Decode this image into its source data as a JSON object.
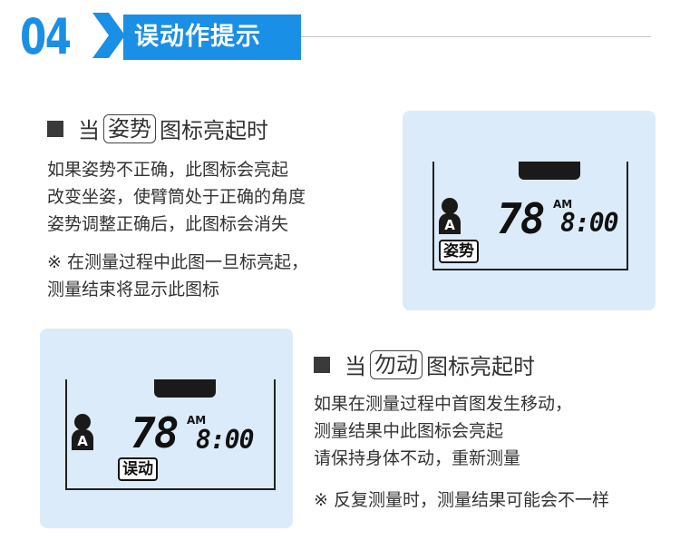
{
  "header": {
    "number": "04",
    "title": "误动作提示"
  },
  "section1": {
    "prefix": "当",
    "icon_label": "姿势",
    "suffix": "图标亮起时",
    "lines": [
      "如果姿势不正确，此图标会亮起",
      "改变坐姿，使臂筒处于正确的角度",
      "姿势调整正确后，此图标会消失"
    ],
    "note_lines": [
      "※ 在测量过程中此图一旦标亮起，",
      "测量结束将显示此图标"
    ]
  },
  "section2": {
    "prefix": "当",
    "icon_label": "勿动",
    "suffix": "图标亮起时",
    "lines": [
      "如果在测量过程中首图发生移动，",
      "测量结果中此图标会亮起",
      "请保持身体不动，重新测量"
    ],
    "note": "※ 反复测量时，测量结果可能会不一样"
  },
  "lcd1": {
    "user": "A",
    "pulse": "78",
    "ampm": "AM",
    "time": "8:00",
    "badge": "姿势"
  },
  "lcd2": {
    "user": "A",
    "pulse": "78",
    "ampm": "AM",
    "time": "8:00",
    "badge": "误动"
  },
  "colors": {
    "accent": "#1a8fe6",
    "panel_bg": "#dcebf9"
  }
}
